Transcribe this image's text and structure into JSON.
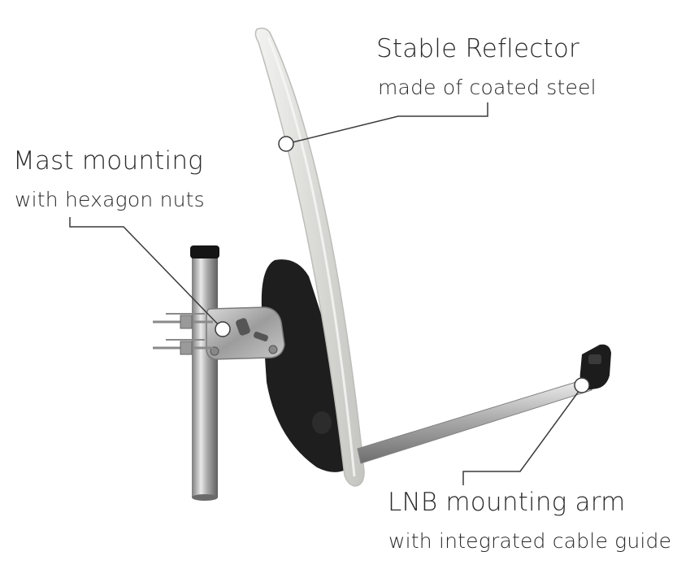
{
  "callouts": {
    "reflector": {
      "title": "Stable Reflector",
      "subtitle": "made of coated steel"
    },
    "mast": {
      "title": "Mast mounting",
      "subtitle": "with hexagon nuts"
    },
    "arm": {
      "title": "LNB mounting arm",
      "subtitle": "with integrated cable guide"
    }
  },
  "colors": {
    "text": "#2a2a2a",
    "leader_line": "#3a3a3a",
    "reflector": "#e3e3e1",
    "reflector_edge": "#c9c9c6",
    "bracket": "#1e1e1e",
    "steel": "#b5b5b5"
  }
}
